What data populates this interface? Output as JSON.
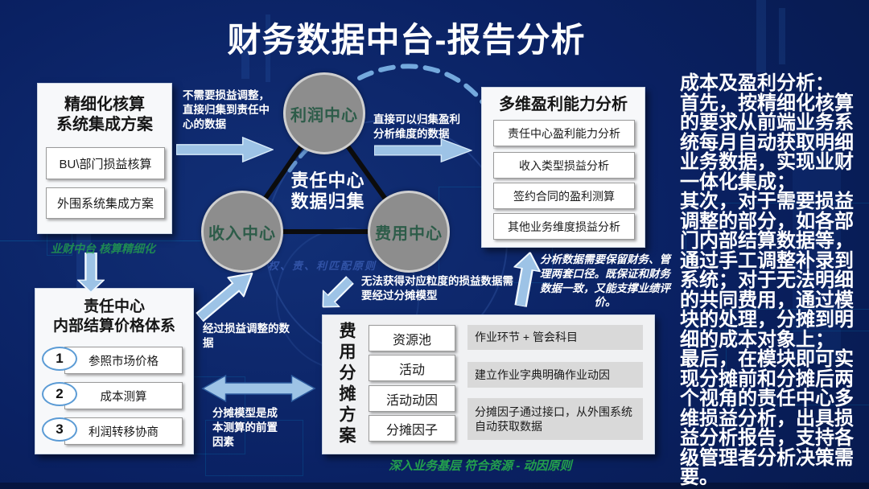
{
  "title": "财务数据中台-报告分析",
  "colors": {
    "background": "#0a2163",
    "arrow_fill": "#9dc3e6",
    "circle_fill": "#8d8d8d",
    "circle_text": "#2d5c49",
    "panel_bg": "#f7f8fa",
    "desc_box_bg": "#d9d9d9",
    "green_note": "#23a04d",
    "number_border": "#5b9bd5"
  },
  "left_top_box": {
    "title": "精细化核算\n系统集成方案",
    "items": [
      "BU\\部门损益核算",
      "外围系统集成方案"
    ]
  },
  "center": {
    "circles": [
      {
        "label": "利润中心"
      },
      {
        "label": "收入中心"
      },
      {
        "label": "费用中心"
      }
    ],
    "label": "责任中心\n数据归集"
  },
  "right_top_box": {
    "title": "多维盈利能力分析",
    "items": [
      "责任中心盈利能力分析",
      "收入类型损益分析",
      "签约合同的盈利测算",
      "其他业务维度损益分析"
    ]
  },
  "left_bottom_box": {
    "title": "责任中心\n内部结算价格体系",
    "items": [
      {
        "num": "1",
        "label": "参照市场价格"
      },
      {
        "num": "2",
        "label": "成本测算"
      },
      {
        "num": "3",
        "label": "利润转移协商"
      }
    ]
  },
  "cost_allocation_box": {
    "title": "费用分摊方案",
    "steps": [
      "资源池",
      "活动",
      "活动动因",
      "分摊因子"
    ],
    "descriptions": [
      "作业环节 + 管会科目",
      "建立作业字典明确作业动因",
      "分摊因子通过接口，从外围系统自动获取数据"
    ]
  },
  "annotations": {
    "no_adjust": "不需要损益调整，直接归集到责任中心的数据",
    "direct_collect": "直接可以归集盈利分析维度的数据",
    "adjusted_data": "经过损益调整的数据",
    "cannot_obtain": "无法获得对应粒度的损益数据需要经过分摊模型",
    "two_caliber": "分析数据需要保留财务、管理两套口径。既保证和财务数据一致，又能支撑业绩评价。",
    "allocation_premise": "分摊模型是成本测算的前置因素",
    "biz_fin_note": "业财中台 核算精细化",
    "principle_note": "权、责、利匹配原则",
    "bottom_note": "深入业务基层 符合资源 - 动因原则"
  },
  "right_panel": {
    "text": "成本及盈利分析：\n首先，按精细化核算的要求从前端业务系统每月自动获取明细业务数据，实现业财一体化集成；\n其次，对于需要损益调整的部分，如各部门内部结算数据等，通过手工调整补录到系统；对于无法明细的共同费用，通过模块的处理，分摊到明细的成本对象上；\n最后，在模块即可实现分摊前和分摊后两个视角的责任中心多维损益分析，出具损益分析报告，支持各级管理者分析决策需要。"
  }
}
